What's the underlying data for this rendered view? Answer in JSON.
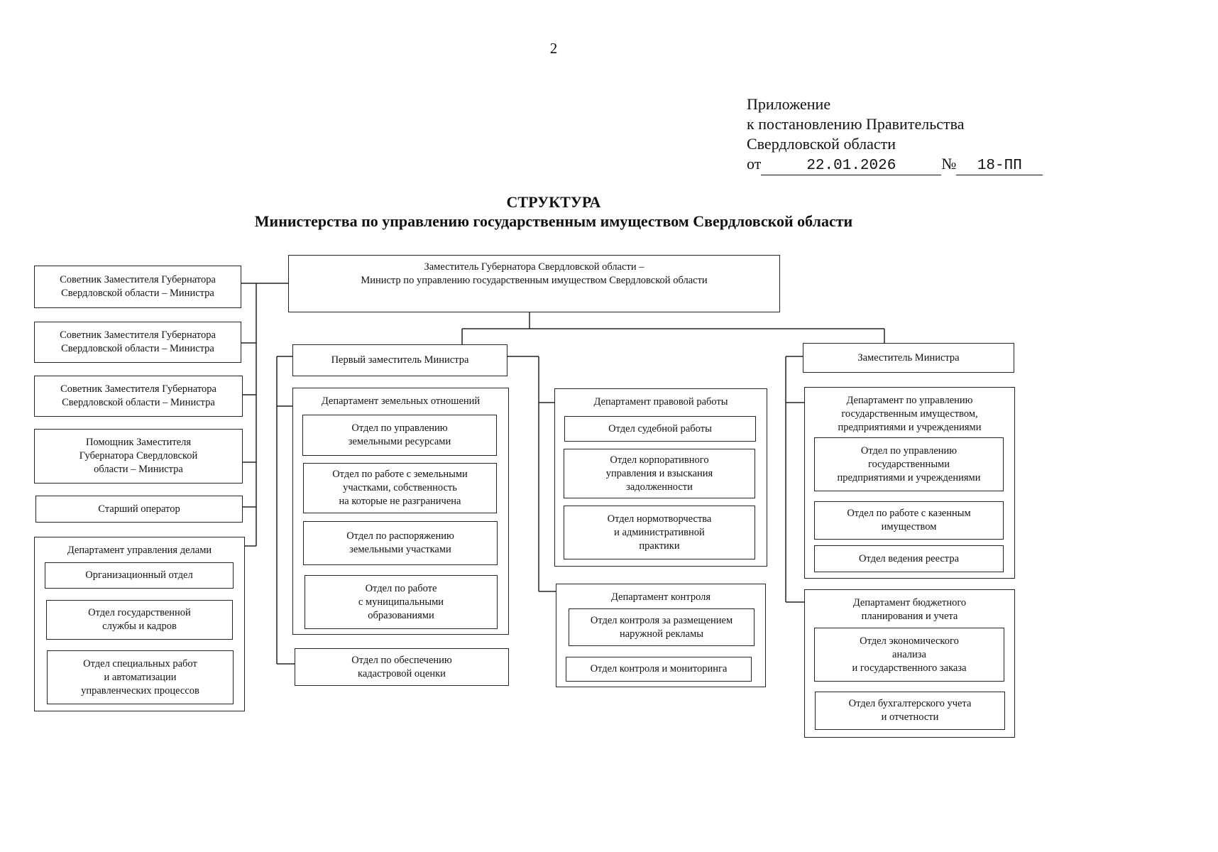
{
  "page_number": "2",
  "appendix": {
    "line1": "Приложение",
    "line2": "к постановлению Правительства",
    "line3": "Свердловской области",
    "date_prefix": "от",
    "date": "22.01.2026",
    "number_prefix": "№",
    "number": "18-ПП"
  },
  "title": "СТРУКТУРА",
  "subtitle": "Министерства по управлению государственным имуществом Свердловской области",
  "minister": "Заместитель Губернатора Свердловской области –\nМинистр по управлению государственным имуществом Свердловской области",
  "left_column": {
    "advisor1": "Советник Заместителя Губернатора\nСвердловской области – Министра",
    "advisor2": "Советник Заместителя Губернатора\nСвердловской области – Министра",
    "advisor3": "Советник Заместителя Губернатора\nСвердловской области – Министра",
    "assistant": "Помощник Заместителя\nГубернатора Свердловской\nобласти – Министра",
    "operator": "Старший оператор",
    "affairs_dept": {
      "title": "Департамент управления делами",
      "units": [
        "Организационный отдел",
        "Отдел государственной\nслужбы и кадров",
        "Отдел специальных работ\nи автоматизации\nуправленческих процессов"
      ]
    }
  },
  "first_deputy": {
    "title": "Первый заместитель Министра",
    "land_dept": {
      "title": "Департамент земельных отношений",
      "units": [
        "Отдел по управлению\nземельными ресурсами",
        "Отдел по работе с земельными\nучастками, собственность\nна которые не разграничена",
        "Отдел по распоряжению\nземельными участками",
        "Отдел по работе\nс муниципальными\nобразованиями"
      ]
    },
    "cadastral": "Отдел по обеспечению\nкадастровой оценки",
    "legal_dept": {
      "title": "Департамент правовой работы",
      "units": [
        "Отдел судебной работы",
        "Отдел корпоративного\nуправления и взыскания\nзадолженности",
        "Отдел нормотворчества\nи административной\nпрактики"
      ]
    },
    "control_dept": {
      "title": "Департамент контроля",
      "units": [
        "Отдел контроля за размещением\nнаружной рекламы",
        "Отдел контроля и мониторинга"
      ]
    }
  },
  "deputy": {
    "title": "Заместитель Министра",
    "property_dept": {
      "title": "Департамент по управлению\nгосударственным имуществом,\nпредприятиями и учреждениями",
      "units": [
        "Отдел по управлению\nгосударственными\nпредприятиями и учреждениями",
        "Отдел по работе с казенным\nимуществом",
        "Отдел ведения реестра"
      ]
    },
    "budget_dept": {
      "title": "Департамент бюджетного\nпланирования и учета",
      "units": [
        "Отдел экономического\nанализа\nи государственного заказа",
        "Отдел бухгалтерского учета\nи отчетности"
      ]
    }
  }
}
